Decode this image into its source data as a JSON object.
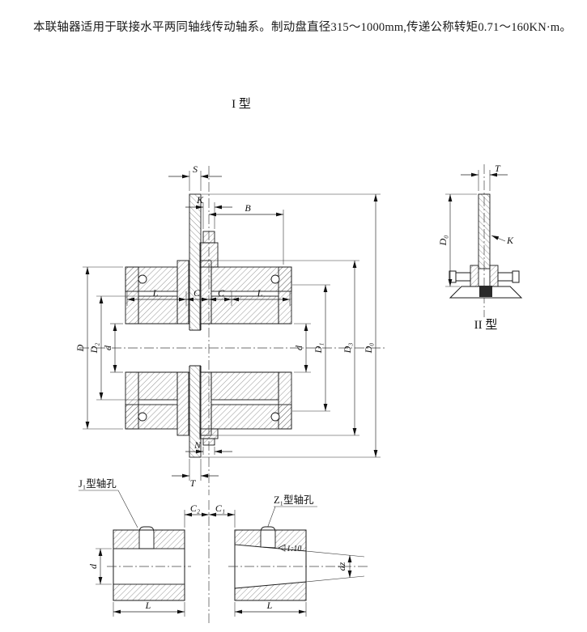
{
  "doc": {
    "paragraph": "本联轴器适用于联接水平两同轴线传动轴系。制动盘直径315～1000mm,传递公称转矩0.71～160KN·m。"
  },
  "captions": {
    "type1": "I 型",
    "type2": "II 型",
    "j1": "J₁型轴孔",
    "z1": "Z₁型轴孔",
    "taper": "1:10"
  },
  "dims": {
    "S": "S",
    "K": "K",
    "B": "B",
    "D": "D",
    "D2": "D₂",
    "d": "d",
    "L": "L",
    "C": "C",
    "D1": "D₁",
    "D3": "D₃",
    "D0": "D₀",
    "N": "N",
    "T": "T",
    "C2": "C₂",
    "C1": "C₁",
    "dz": "dz"
  }
}
